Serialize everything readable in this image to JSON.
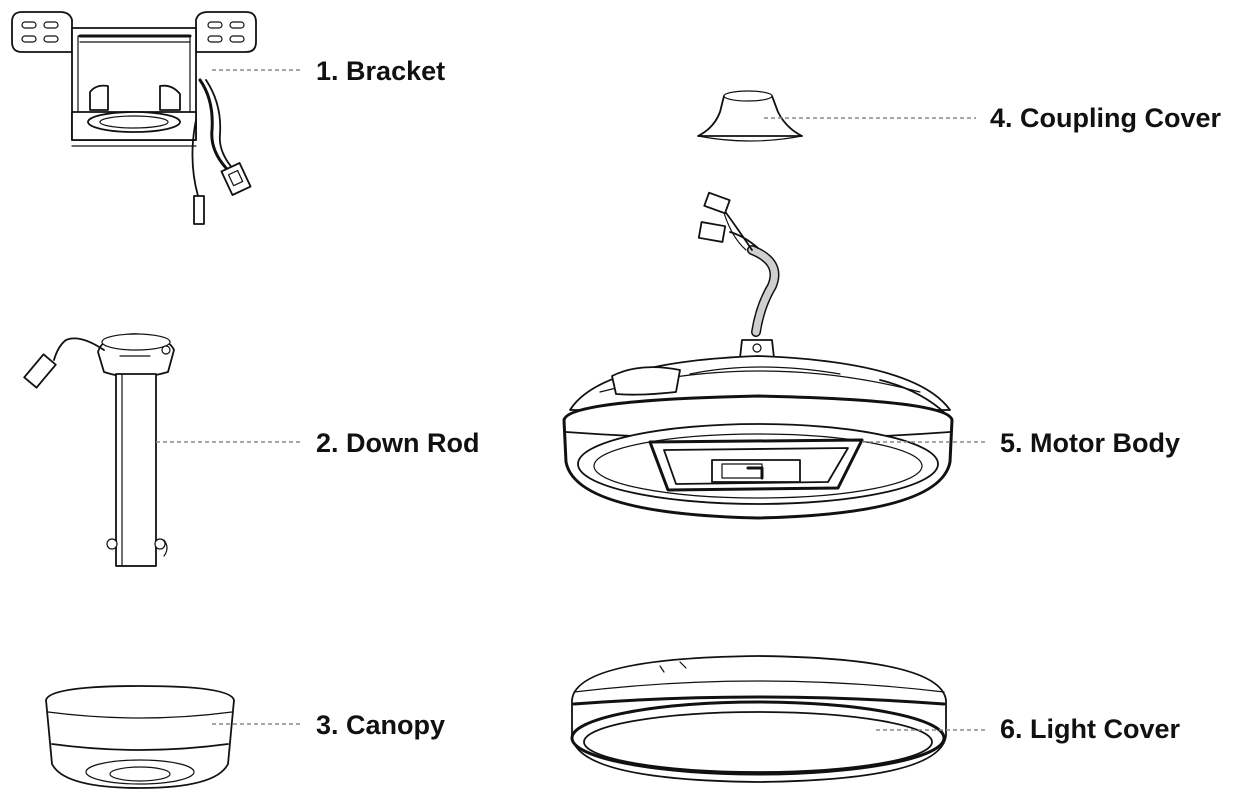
{
  "parts": [
    {
      "number": "1.",
      "name": "Bracket"
    },
    {
      "number": "2.",
      "name": "Down Rod"
    },
    {
      "number": "3.",
      "name": "Canopy"
    },
    {
      "number": "4.",
      "name": "Coupling Cover"
    },
    {
      "number": "5.",
      "name": "Motor Body"
    },
    {
      "number": "6.",
      "name": "Light Cover"
    }
  ]
}
